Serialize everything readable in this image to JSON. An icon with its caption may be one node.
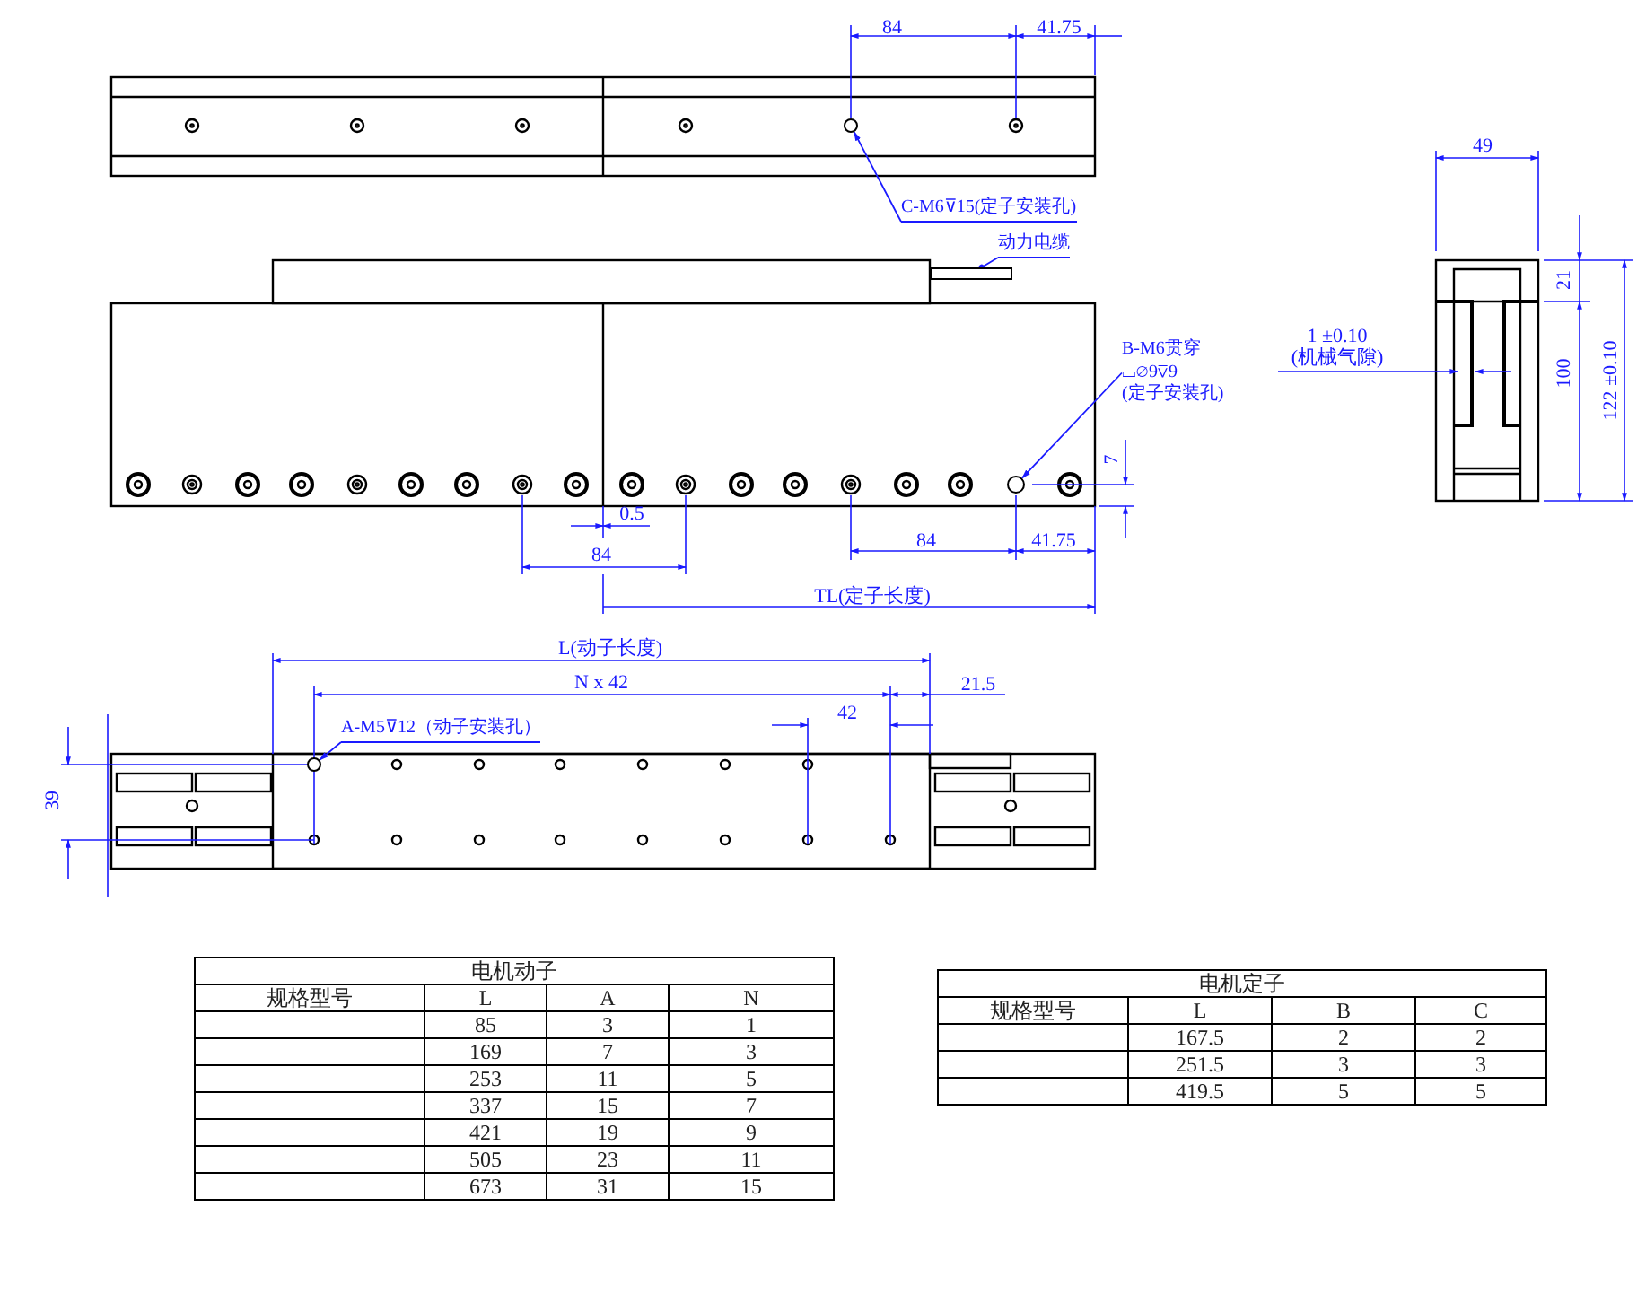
{
  "diagram": {
    "nodes": [
      {
        "text": [
          "C-M6⊽15(定子安装孔)"
        ]
      },
      {
        "text": [],
        "shape": "circle"
      },
      {
        "text": [
          "动力电缆"
        ]
      },
      {
        "text": [],
        "shape": "bar"
      },
      {
        "text": [
          "B-M6贯穿",
          "⌴⌀9⊽9",
          "(定子安装孔)"
        ]
      },
      {
        "text": [],
        "shape": "circle"
      },
      {
        "text": [
          "A-M5⊽12（动子安装孔）"
        ]
      },
      {
        "text": [],
        "shape": "circle"
      }
    ],
    "edges": [
      {
        "from": 0,
        "to": 1,
        "arrow": "to"
      },
      {
        "from": 2,
        "to": 3,
        "arrow": "other"
      },
      {
        "from": 4,
        "to": 5,
        "arrow": "to"
      },
      {
        "from": 6,
        "to": 7,
        "arrow": "to"
      }
    ],
    "labels": [
      "84",
      "41.75",
      "7",
      "0.5",
      "84",
      "84",
      "41.75",
      "TL(定子长度)",
      "49",
      "21",
      "1 ±0.10",
      "(机械气隙)",
      "100",
      "122 ±0.10",
      "L(动子长度)",
      "N x 42",
      "21.5",
      "42",
      "39",
      "电机动子",
      "规格型号",
      "L",
      "A",
      "N",
      "85",
      "3",
      "1",
      "169",
      "7",
      "3",
      "253",
      "11",
      "5",
      "337",
      "15",
      "7",
      "421",
      "19",
      "9",
      "505",
      "23",
      "11",
      "673",
      "31",
      "15",
      "电机定子",
      "规格型号",
      "L",
      "B",
      "C",
      "167.5",
      "2",
      "2",
      "251.5",
      "3",
      "3",
      "419.5",
      "5",
      "5"
    ]
  }
}
